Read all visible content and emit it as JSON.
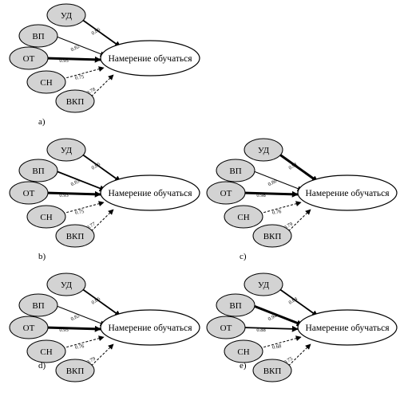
{
  "target_label": "Намерение обучаться",
  "panels": [
    {
      "id": "a",
      "label": "a)",
      "paths": [
        {
          "source": "УД",
          "coef": "0.86"
        },
        {
          "source": "ВП",
          "coef": "0.82"
        },
        {
          "source": "ОТ",
          "coef": "0.95"
        },
        {
          "source": "СН",
          "coef": "0.75"
        },
        {
          "source": "ВКП",
          "coef": "0.78"
        }
      ]
    },
    {
      "id": "b",
      "label": "b)",
      "paths": [
        {
          "source": "УД",
          "coef": "0.86"
        },
        {
          "source": "ВП",
          "coef": "0.85"
        },
        {
          "source": "ОТ",
          "coef": "0.93"
        },
        {
          "source": "СН",
          "coef": "0.75"
        },
        {
          "source": "ВКП",
          "coef": "0.77"
        }
      ]
    },
    {
      "id": "c",
      "label": "c)",
      "paths": [
        {
          "source": "УД",
          "coef": "0.91"
        },
        {
          "source": "ВП",
          "coef": "0.80"
        },
        {
          "source": "ОТ",
          "coef": "0.98"
        },
        {
          "source": "СН",
          "coef": "0.76"
        },
        {
          "source": "ВКП",
          "coef": "0.79"
        }
      ]
    },
    {
      "id": "d",
      "label": "d)",
      "paths": [
        {
          "source": "УД",
          "coef": "0.86"
        },
        {
          "source": "ВП",
          "coef": "0.82"
        },
        {
          "source": "ОТ",
          "coef": "0.95"
        },
        {
          "source": "СН",
          "coef": "0.76"
        },
        {
          "source": "ВКП",
          "coef": "0.79"
        }
      ]
    },
    {
      "id": "e",
      "label": "e)",
      "paths": [
        {
          "source": "УД",
          "coef": "0.84"
        },
        {
          "source": "ВП",
          "coef": "0.94"
        },
        {
          "source": "ОТ",
          "coef": "0.88"
        },
        {
          "source": "СН",
          "coef": "0.68"
        },
        {
          "source": "ВКП",
          "coef": "0.75"
        }
      ]
    }
  ],
  "colors": {
    "source_fill": "#d3d3d3",
    "target_fill": "#ffffff",
    "stroke": "#000000"
  }
}
